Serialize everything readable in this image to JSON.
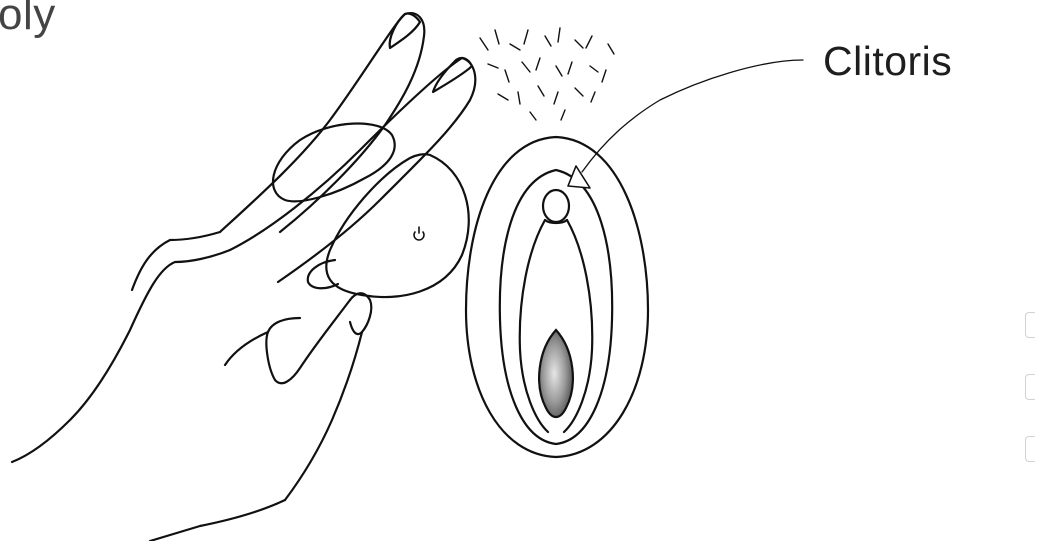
{
  "heading": {
    "partial_text": "oly"
  },
  "labels": {
    "clitoris": "Clitoris"
  },
  "icons": {
    "device_button": "power-icon",
    "hand": "hand-illustration",
    "vulva": "vulva-illustration",
    "arrow": "pointer-arrow-icon"
  },
  "colors": {
    "stroke": "#111111",
    "label_text": "#1e1e1e",
    "heading_text": "#444444",
    "background": "#ffffff",
    "side_control": "#d2d2d2"
  },
  "side_controls": {
    "count": 3
  }
}
